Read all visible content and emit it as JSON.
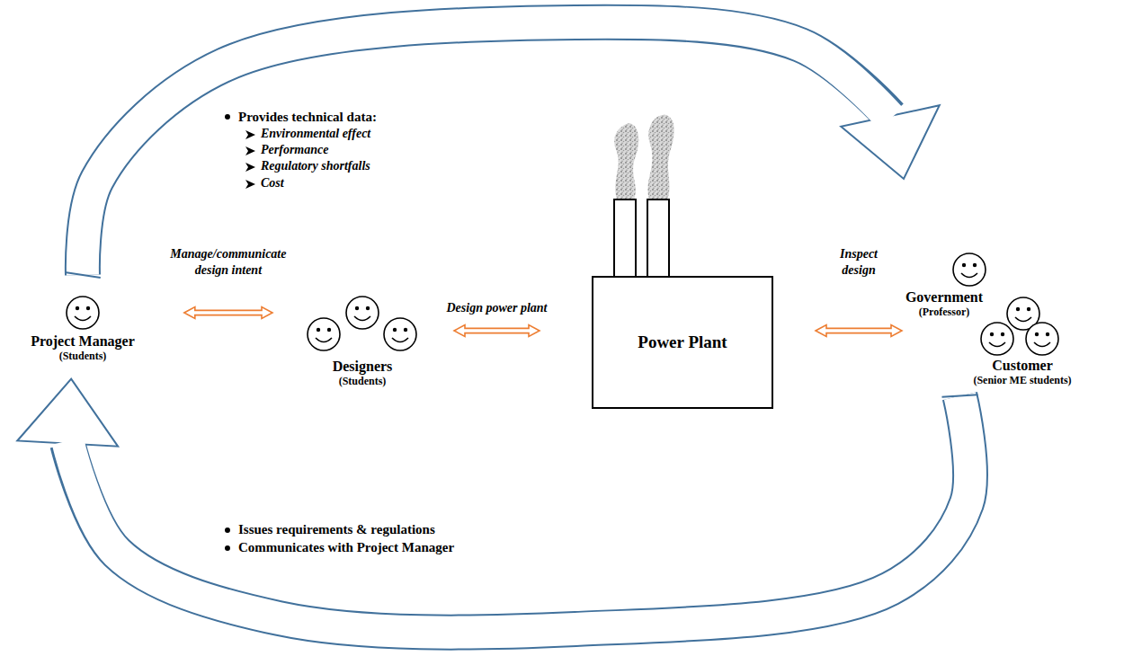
{
  "diagram": {
    "nodes": [
      {
        "text": [
          "Project Manager",
          "(Students)"
        ]
      },
      {
        "text": [
          "Designers",
          "(Students)"
        ]
      },
      {
        "text": [
          "Power Plant"
        ]
      },
      {
        "text": [
          "Government",
          "(Professor)"
        ]
      },
      {
        "text": [
          "Customer",
          "(Senior ME students)"
        ]
      }
    ],
    "edges": [
      {
        "from": 0,
        "to": 1,
        "label": "Manage/communicate design intent",
        "arrow": "both"
      },
      {
        "from": 1,
        "to": 2,
        "label": "Design power plant",
        "arrow": "both"
      },
      {
        "from": 2,
        "to": 3,
        "label": "Inspect design",
        "arrow": "both"
      },
      {
        "from": 0,
        "to": 3,
        "arrow": "to"
      },
      {
        "from": 4,
        "to": 0,
        "arrow": "to"
      }
    ],
    "labels": [
      "Provides technical data:",
      "Environmental effect",
      "Performance",
      "Regulatory shortfalls",
      "Cost",
      "Issues requirements & regulations",
      "Communicates with Project Manager"
    ]
  }
}
